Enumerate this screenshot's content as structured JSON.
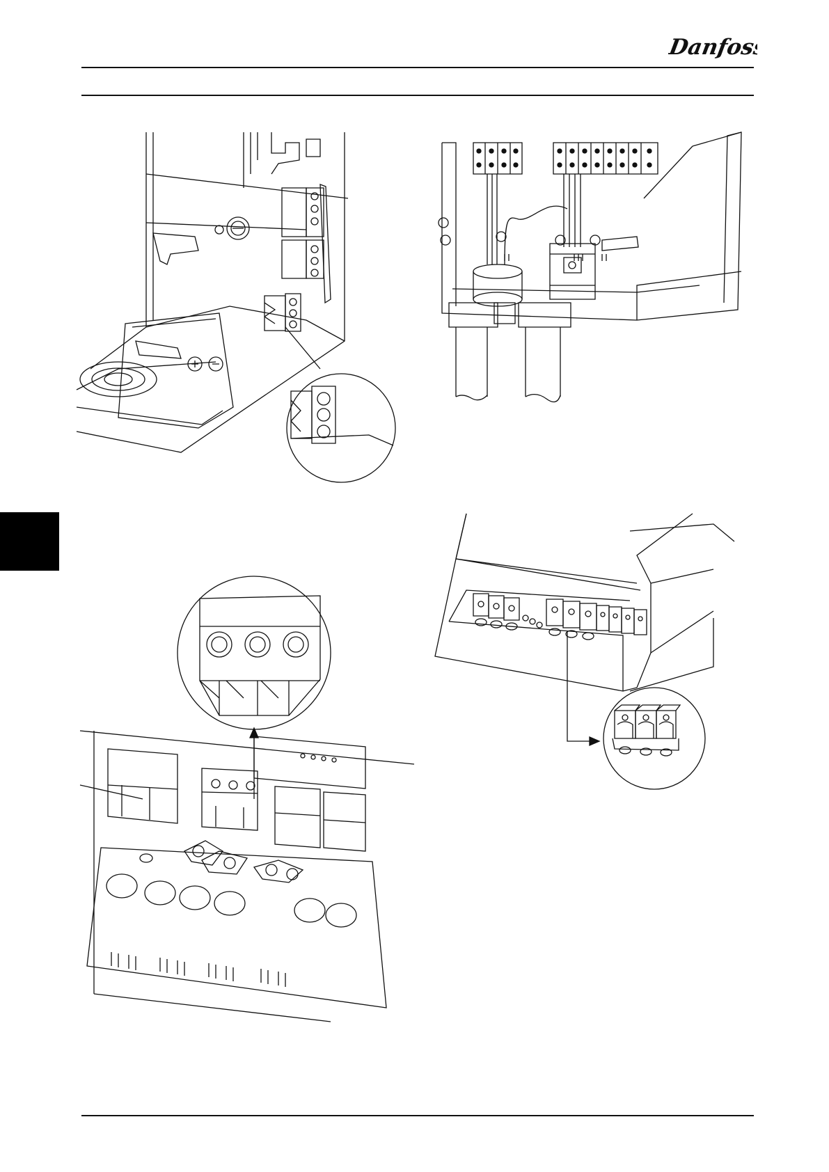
{
  "brand": {
    "logo_text": "Danfoss",
    "logo_color": "#111111"
  },
  "page": {
    "side_tab_color": "#000000",
    "rule_color": "#111111"
  },
  "figures": [
    {
      "name": "enclosure-terminals-with-detail-circle"
    },
    {
      "name": "cable-entry-with-glands"
    },
    {
      "name": "terminal-block-detail-with-arrow"
    },
    {
      "name": "relay-terminals-with-detail-arrow"
    }
  ]
}
